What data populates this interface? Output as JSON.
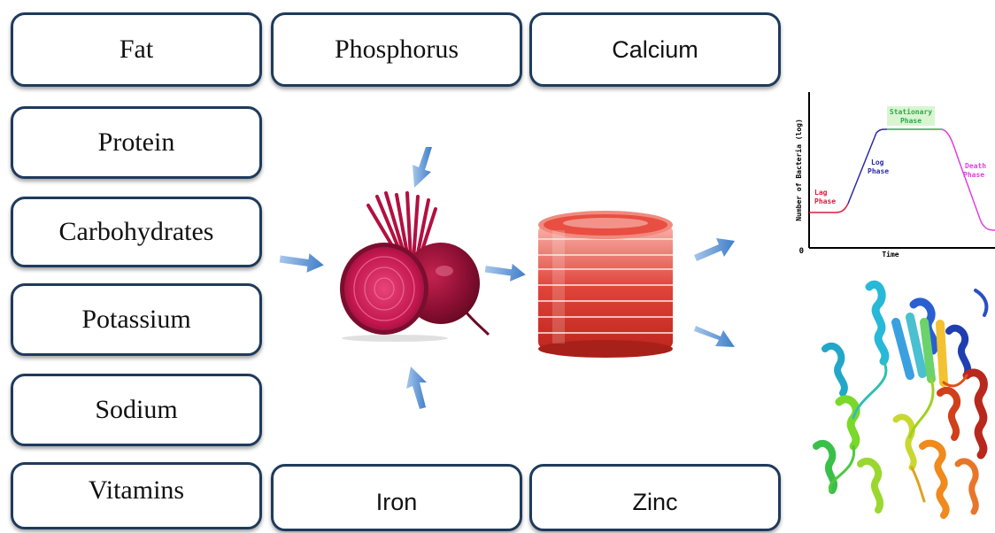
{
  "nutrients": {
    "fat": "Fat",
    "phosphorus": "Phosphorus",
    "calcium": "Calcium",
    "protein": "Protein",
    "carbohydrates": "Carbohydrates",
    "potassium": "Potassium",
    "sodium": "Sodium",
    "vitamins": "Vitamins",
    "iron": "Iron",
    "zinc": "Zinc"
  },
  "growth_curve": {
    "ylabel": "Number of Bacteria (log)",
    "xlabel": "Time",
    "origin": "0",
    "phases": {
      "lag": [
        "Lag",
        "Phase"
      ],
      "log": [
        "Log",
        "Phase"
      ],
      "stationary": [
        "Stationary",
        "Phase"
      ],
      "death": [
        "Death",
        "Phase"
      ]
    },
    "colors": {
      "lag": "#d81b3c",
      "log": "#2a2aa8",
      "stationary": "#2fa84f",
      "death": "#e040e0"
    }
  },
  "icons": {
    "beetroot": "beetroot-image",
    "petri_stack": "petri-dish-stack-image",
    "protein_structure": "protein-ribbon-structure-image",
    "arrow": "blue-arrow-icon"
  }
}
